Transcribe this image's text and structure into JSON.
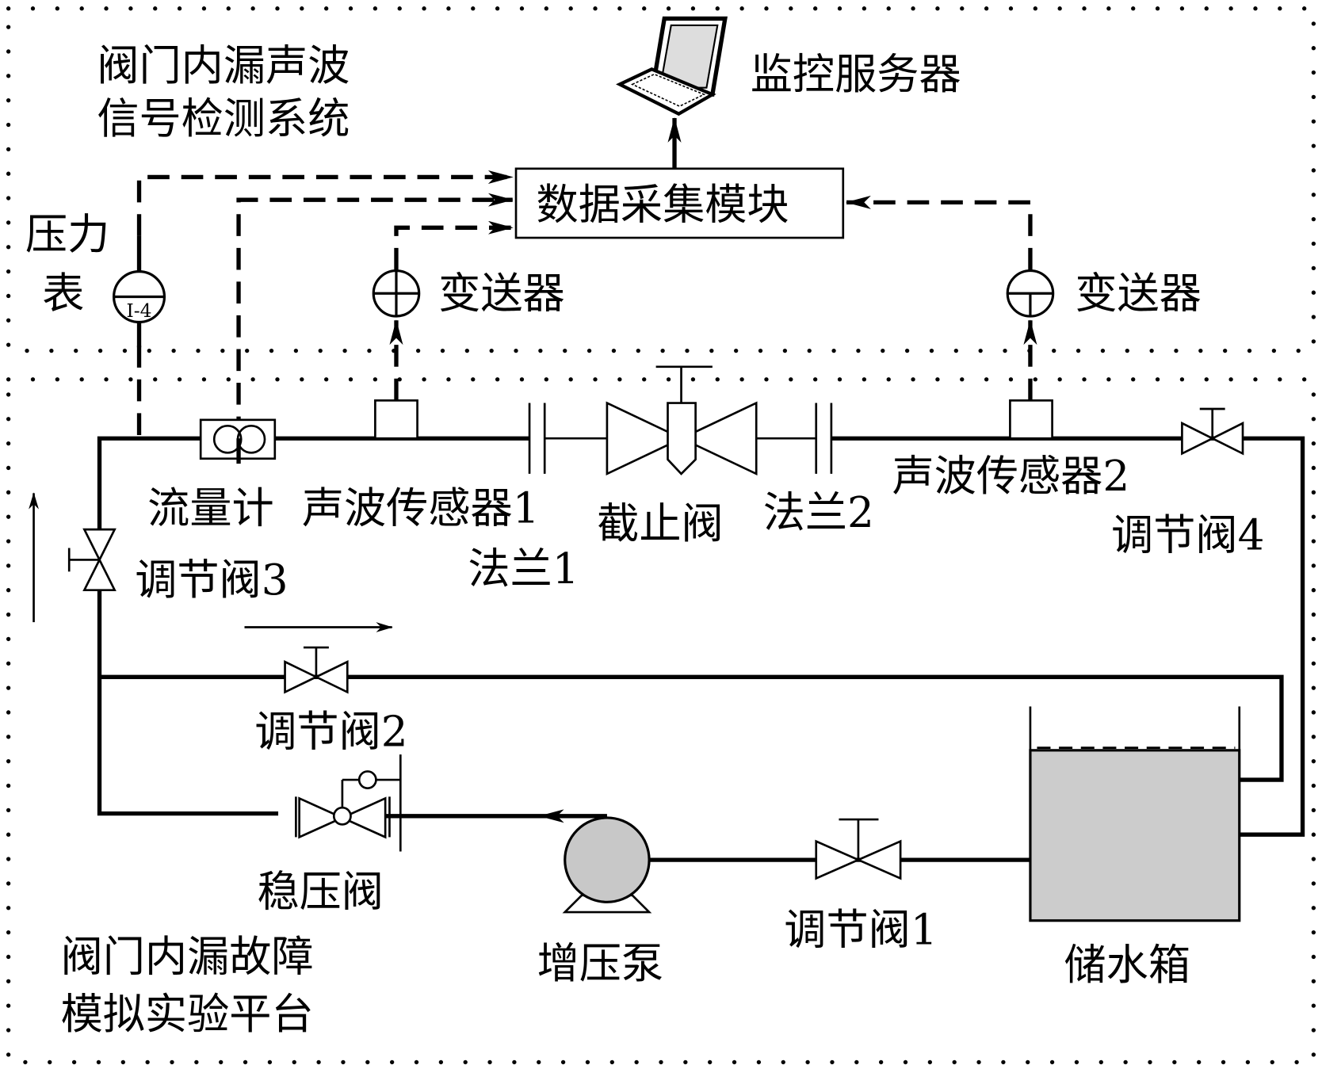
{
  "colors": {
    "tank_fill": "#cccccc",
    "pump_fill": "#c8c8c8",
    "line": "#000000"
  },
  "upper_system": {
    "title_line1": "阀门内漏声波",
    "title_line2": "信号检测系统"
  },
  "lower_platform": {
    "title_line1": "阀门内漏故障",
    "title_line2": "模拟实验平台"
  },
  "nodes": {
    "server": "监控服务器",
    "daq": "数据采集模块",
    "pressure_gauge_line1": "压力",
    "pressure_gauge_line2": "表",
    "gauge_code": "I-4",
    "transmitter1": "变送器",
    "transmitter2": "变送器",
    "flowmeter": "流量计",
    "sensor1": "声波传感器1",
    "flange1": "法兰1",
    "stop_valve": "截止阀",
    "flange2": "法兰2",
    "sensor2": "声波传感器2",
    "valve4": "调节阀4",
    "valve3": "调节阀3",
    "valve2": "调节阀2",
    "stabilizer": "稳压阀",
    "pump": "增压泵",
    "valve1": "调节阀1",
    "tank": "储水箱"
  },
  "icons": [
    "laptop-icon",
    "pressure-gauge-icon",
    "transmitter-icon",
    "flowmeter-icon",
    "valve-icon",
    "pump-icon",
    "tank-icon"
  ]
}
